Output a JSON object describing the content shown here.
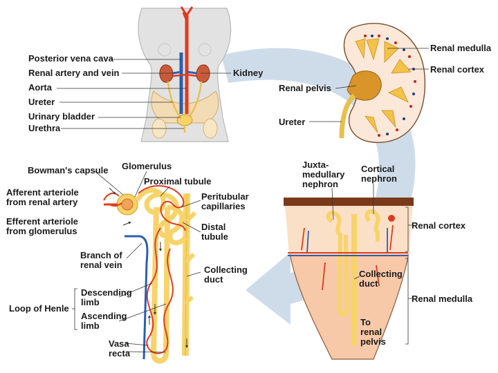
{
  "body_panel": {
    "labels": {
      "posterior_vena_cava": "Posterior vena cava",
      "renal_artery_vein": "Renal artery and vein",
      "aorta": "Aorta",
      "ureter": "Ureter",
      "urinary_bladder": "Urinary bladder",
      "urethra": "Urethra",
      "kidney": "Kidney"
    }
  },
  "kidney_panel": {
    "labels": {
      "renal_medulla": "Renal medulla",
      "renal_cortex": "Renal cortex",
      "renal_pelvis": "Renal pelvis",
      "ureter": "Ureter"
    }
  },
  "nephron_panel": {
    "labels": {
      "bowmans_capsule": "Bowman's capsule",
      "glomerulus": "Glomerulus",
      "proximal_tubule": "Proximal tubule",
      "afferent_arteriole": "Afferent arteriole\nfrom renal artery",
      "peritubular_capillaries": "Peritubular\ncapillaries",
      "efferent_arteriole": "Efferent arteriole\nfrom glomerulus",
      "distal_tubule": "Distal\ntubule",
      "branch_renal_vein": "Branch of\nrenal vein",
      "collecting_duct": "Collecting\nduct",
      "descending_limb": "Descending\nlimb",
      "loop_of_henle": "Loop of Henle",
      "ascending_limb": "Ascending\nlimb",
      "vasa_recta": "Vasa\nrecta"
    }
  },
  "section_panel": {
    "labels": {
      "juxtamedullary_nephron": "Juxta-\nmedullary\nnephron",
      "cortical_nephron": "Cortical\nnephron",
      "renal_cortex": "Renal cortex",
      "collecting_duct": "Collecting\nduct",
      "renal_medulla": "Renal medulla",
      "to_renal_pelvis": "To\nrenal\npelvis"
    }
  },
  "colors": {
    "artery": "#e03a1e",
    "vein": "#2a5fb0",
    "tubule": "#f7d36a",
    "tubule_edge": "#d9a62a",
    "cortex": "#fbe8d8",
    "medulla": "#f8c9a8",
    "outline": "#7a4a2a",
    "arrow": "#c6d6e6",
    "body": "#e2e2e2"
  }
}
